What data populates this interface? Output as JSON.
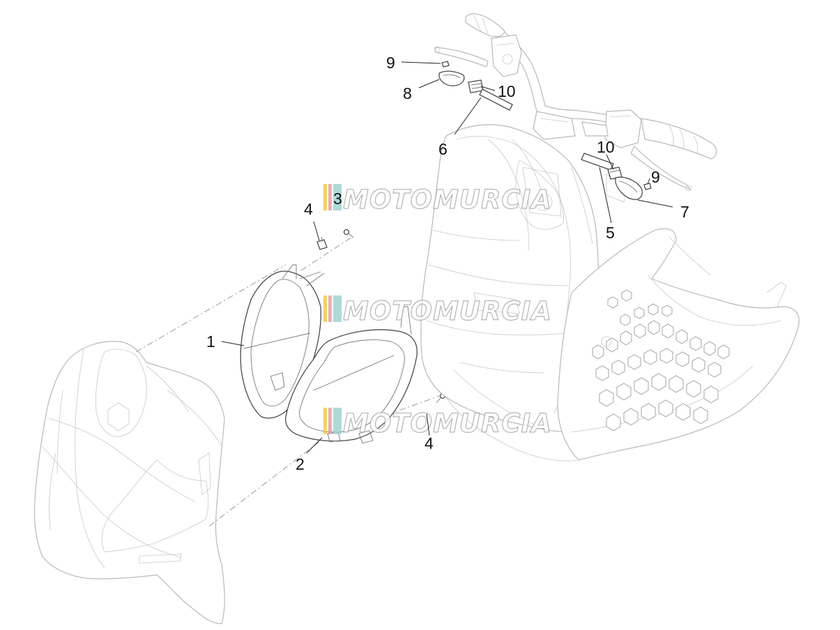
{
  "diagram": {
    "callouts": [
      {
        "id": "c1",
        "text": "1"
      },
      {
        "id": "c2",
        "text": "2"
      },
      {
        "id": "c3",
        "text": "3"
      },
      {
        "id": "c4a",
        "text": "4"
      },
      {
        "id": "c4b",
        "text": "4"
      },
      {
        "id": "c5",
        "text": "5"
      },
      {
        "id": "c6",
        "text": "6"
      },
      {
        "id": "c7",
        "text": "7"
      },
      {
        "id": "c8",
        "text": "8"
      },
      {
        "id": "c9a",
        "text": "9"
      },
      {
        "id": "c9b",
        "text": "9"
      },
      {
        "id": "c10a",
        "text": "10"
      },
      {
        "id": "c10b",
        "text": "10"
      }
    ],
    "watermark": {
      "text": "MOTOMURCIA",
      "stripe_colors": [
        "#f2c94c",
        "#e8a0a0",
        "#9fd3d0"
      ]
    },
    "colors": {
      "linework": "#b9b9b9",
      "parts_linework": "#4a4a4a",
      "label": "#111111"
    }
  }
}
